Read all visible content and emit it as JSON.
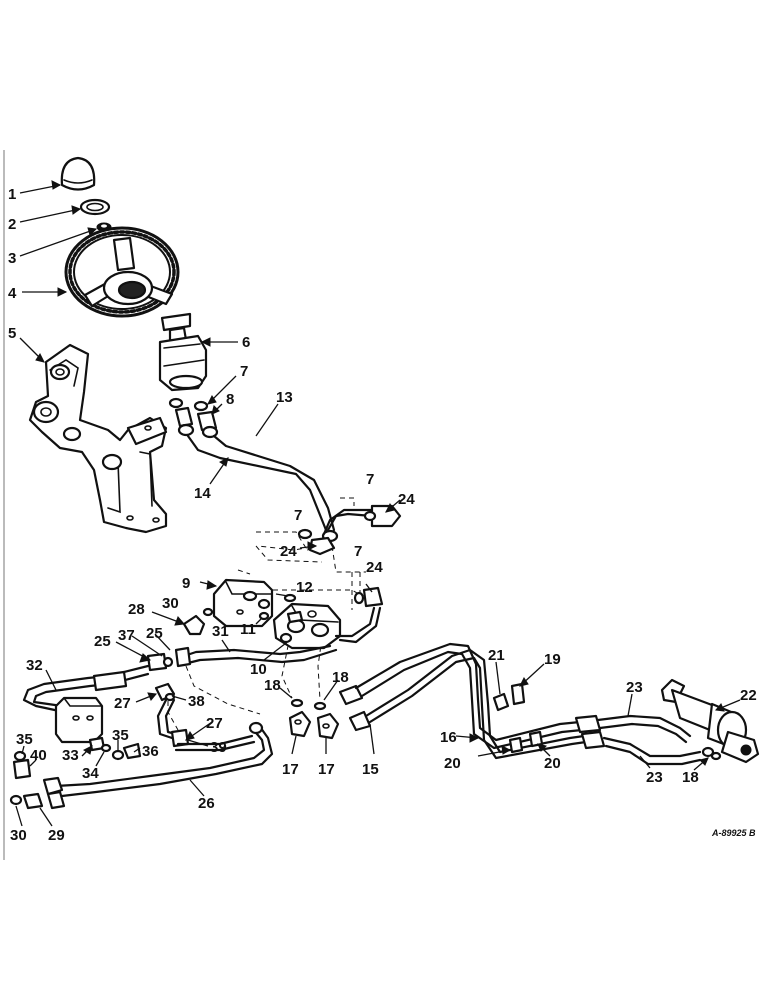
{
  "labels": {
    "l1": "1",
    "l2": "2",
    "l3": "3",
    "l4": "4",
    "l5": "5",
    "l6": "6",
    "l7a": "7",
    "l8": "8",
    "l13": "13",
    "l14": "14",
    "l7b": "7",
    "l24a": "24",
    "l7c": "7",
    "l24b": "24",
    "l7d": "7",
    "l24c": "24",
    "l9": "9",
    "l12": "12",
    "l30a": "30",
    "l28": "28",
    "l11": "11",
    "l31": "31",
    "l10": "10",
    "l25a": "25",
    "l37": "37",
    "l25b": "25",
    "l32": "32",
    "l27a": "27",
    "l38": "38",
    "l27b": "27",
    "l35a": "35",
    "l40": "40",
    "l33": "33",
    "l34": "34",
    "l35b": "35",
    "l36": "36",
    "l39": "39",
    "l26": "26",
    "l30b": "30",
    "l29": "29",
    "l18a": "18",
    "l18b": "18",
    "l17a": "17",
    "l17b": "17",
    "l15": "15",
    "l21": "21",
    "l19": "19",
    "l16": "16",
    "l20a": "20",
    "l20b": "20",
    "l23a": "23",
    "l23b": "23",
    "l22": "22",
    "l18c": "18"
  },
  "drawing_ref": "A-89925 B"
}
